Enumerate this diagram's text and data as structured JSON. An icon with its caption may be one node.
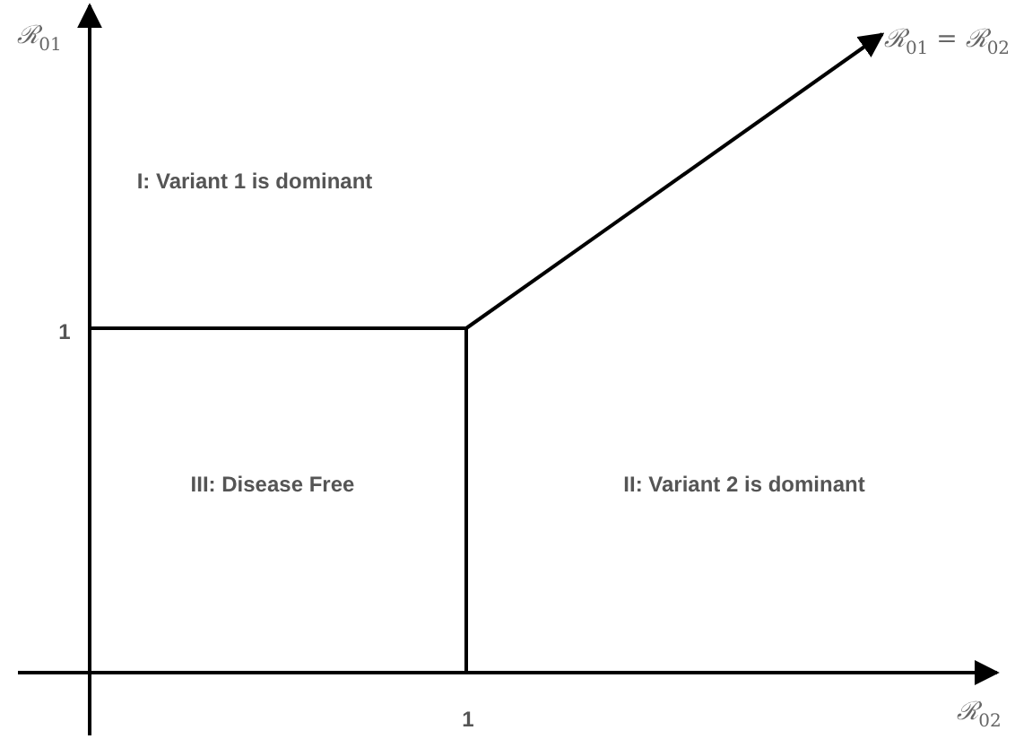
{
  "diagram": {
    "labels": [
      "ℛ$_{01}$",
      "ℛ$_{01}$ = ℛ$_{02}$",
      "I: Variant 1 is dominant",
      "1",
      "III: Disease Free",
      "II: Variant 2 is dominant",
      "1",
      "ℛ$_{02}$"
    ]
  }
}
